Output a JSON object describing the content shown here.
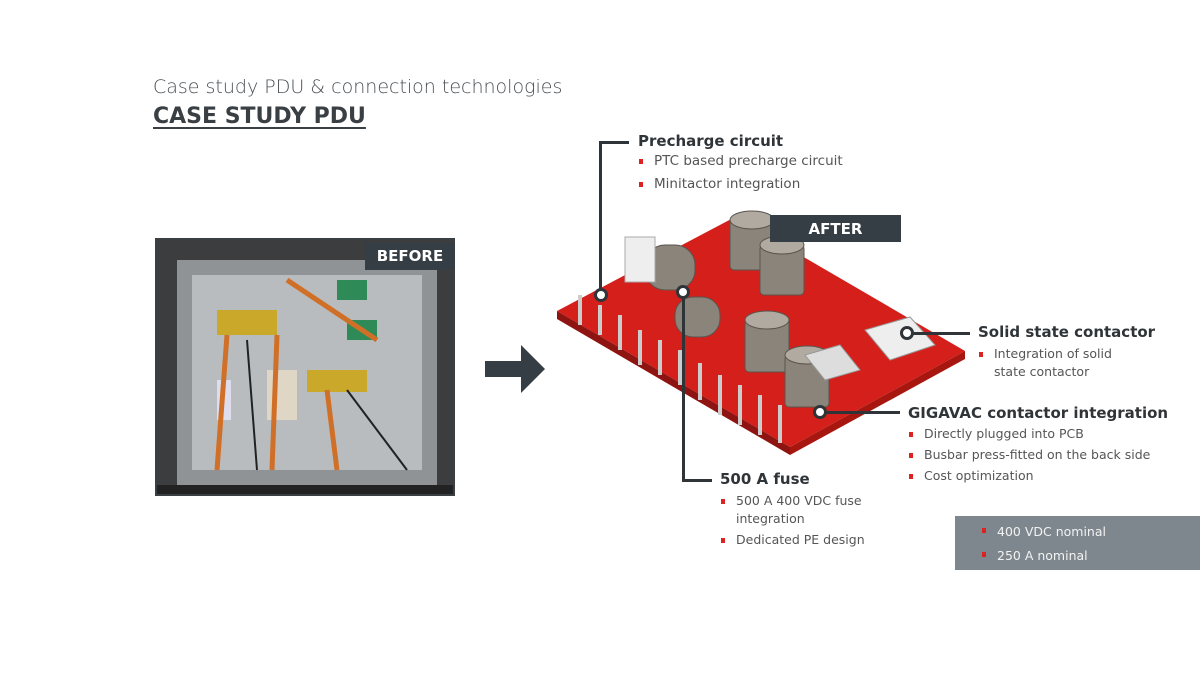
{
  "header": {
    "subtitle": "Case study PDU & connection technologies",
    "title": "CASE STUDY PDU"
  },
  "before": {
    "label": "BEFORE"
  },
  "after": {
    "label": "AFTER"
  },
  "callouts": {
    "precharge": {
      "title": "Precharge circuit",
      "bullets": [
        "PTC based precharge circuit",
        "Minitactor integration"
      ]
    },
    "fuse": {
      "title": "500 A fuse",
      "bullets": [
        "500 A 400 VDC fuse integration",
        "Dedicated PE design"
      ]
    },
    "solid_state": {
      "title": "Solid state contactor",
      "bullets": [
        "Integration of solid state contactor"
      ]
    },
    "gigavac": {
      "title": "GIGAVAC contactor integration",
      "bullets": [
        "Directly plugged into PCB",
        "Busbar press-fitted on the back side",
        "Cost optimization"
      ]
    }
  },
  "specs": [
    "400 VDC nominal",
    "250 A nominal"
  ],
  "colors": {
    "accent": "#d22222",
    "label_bg": "#363e45",
    "spec_bg": "#7e878d"
  }
}
